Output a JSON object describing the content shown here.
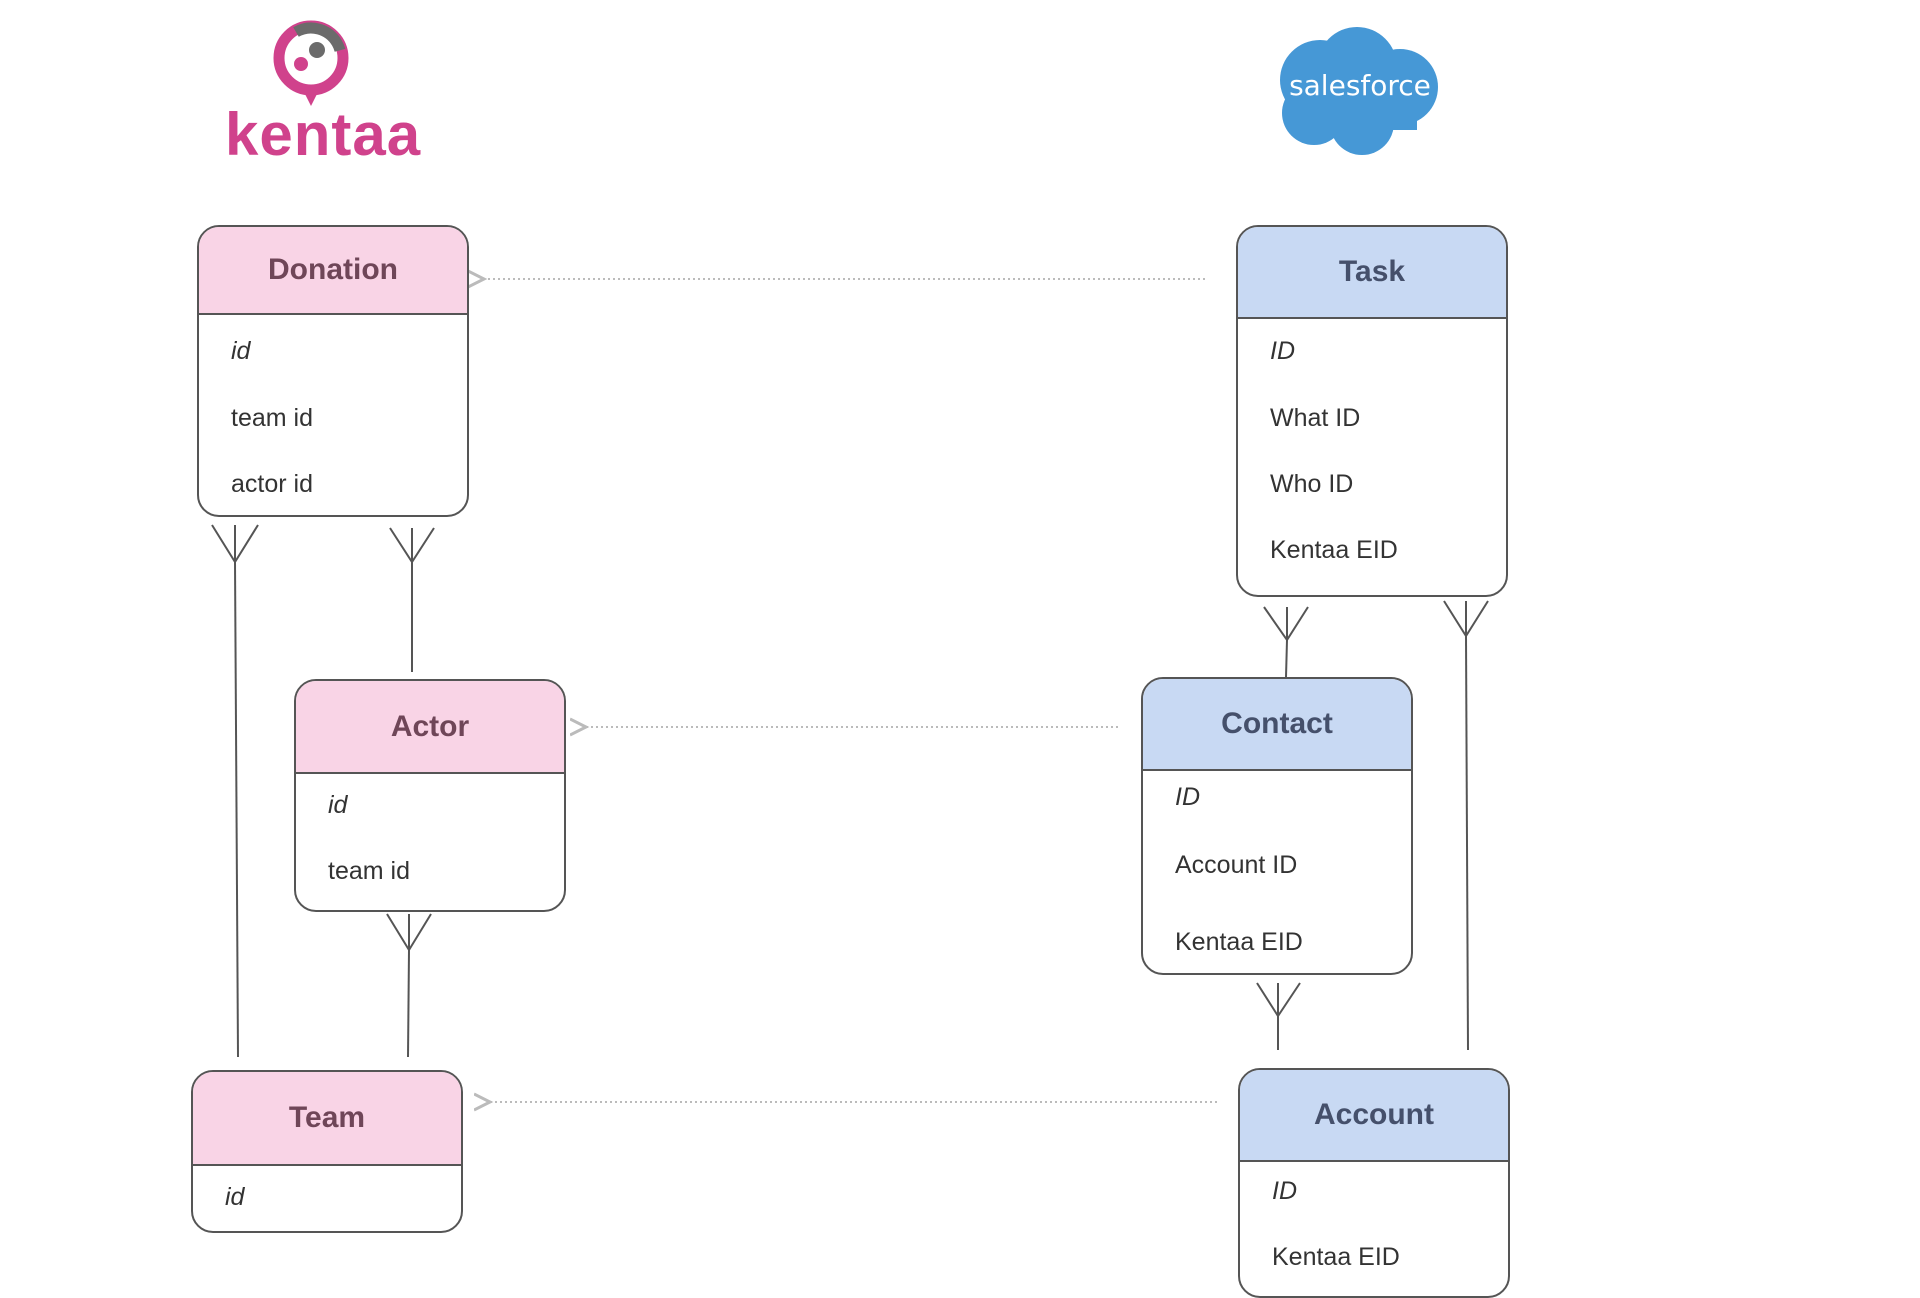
{
  "logos": {
    "left": {
      "name": "kentaa",
      "color": "#d0428c",
      "icon": "kentaa-chat-person-icon"
    },
    "right": {
      "name": "salesforce",
      "color": "#4698d6",
      "icon": "salesforce-cloud-icon"
    }
  },
  "colors": {
    "kentaa_header": "#f9d4e6",
    "salesforce_header": "#c8d9f3",
    "border": "#555555",
    "mapping_arrow": "#bbbbbb"
  },
  "entities": {
    "donation": {
      "title": "Donation",
      "fields": [
        "id",
        "team id",
        "actor id"
      ]
    },
    "actor": {
      "title": "Actor",
      "fields": [
        "id",
        "team id"
      ]
    },
    "team": {
      "title": "Team",
      "fields": [
        "id"
      ]
    },
    "task": {
      "title": "Task",
      "fields": [
        "ID",
        "What ID",
        "Who ID",
        "Kentaa EID"
      ]
    },
    "contact": {
      "title": "Contact",
      "fields": [
        "ID",
        "Account ID",
        "Kentaa EID"
      ]
    },
    "account": {
      "title": "Account",
      "fields": [
        "ID",
        "Kentaa EID"
      ]
    }
  },
  "relationships": [
    {
      "from": "Donation",
      "to": "Team",
      "type": "many-to-one"
    },
    {
      "from": "Donation",
      "to": "Actor",
      "type": "many-to-one"
    },
    {
      "from": "Actor",
      "to": "Team",
      "type": "many-to-one"
    },
    {
      "from": "Task",
      "to": "Contact",
      "type": "many-to-one"
    },
    {
      "from": "Task",
      "to": "Account",
      "type": "many-to-one"
    },
    {
      "from": "Contact",
      "to": "Account",
      "type": "many-to-one"
    }
  ],
  "mappings": [
    {
      "from": "Task",
      "to": "Donation",
      "style": "dotted-arrow"
    },
    {
      "from": "Contact",
      "to": "Actor",
      "style": "dotted-arrow"
    },
    {
      "from": "Account",
      "to": "Team",
      "style": "dotted-arrow"
    }
  ]
}
